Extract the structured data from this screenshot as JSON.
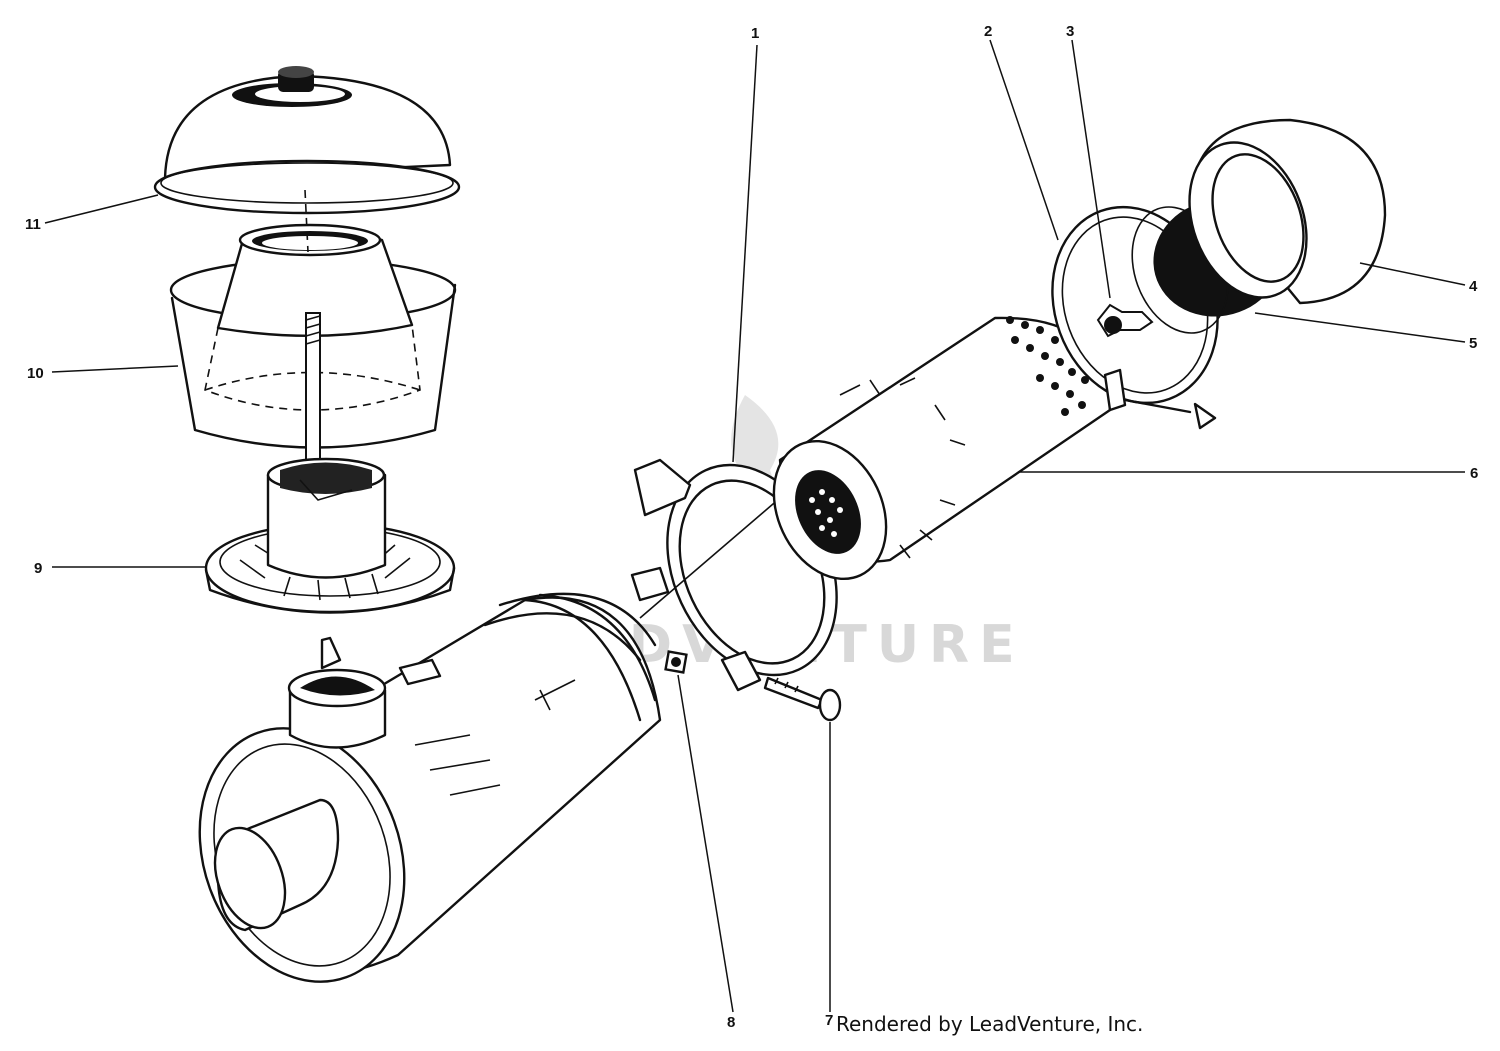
{
  "watermark": {
    "text": "LEADVENTURE"
  },
  "callouts": [
    {
      "id": "1",
      "label": "1"
    },
    {
      "id": "2",
      "label": "2"
    },
    {
      "id": "3",
      "label": "3"
    },
    {
      "id": "4",
      "label": "4"
    },
    {
      "id": "5",
      "label": "5"
    },
    {
      "id": "6",
      "label": "6"
    },
    {
      "id": "7",
      "label": "7"
    },
    {
      "id": "8",
      "label": "8"
    },
    {
      "id": "9",
      "label": "9"
    },
    {
      "id": "10",
      "label": "10"
    },
    {
      "id": "11",
      "label": "11"
    }
  ],
  "credit": "Rendered by LeadVenture, Inc."
}
